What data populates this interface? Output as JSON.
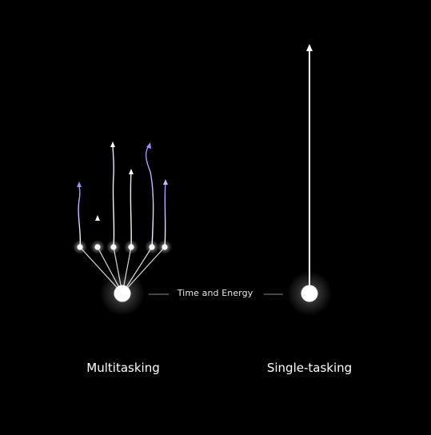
{
  "labels": {
    "center": "Time and Energy",
    "left": "Multitasking",
    "right": "Single-tasking"
  },
  "colors": {
    "background": "#000000",
    "node": "#ffffff",
    "glow": "#ffffff",
    "thread_accent": "#a58bff",
    "connector": "#8a8a8a"
  }
}
